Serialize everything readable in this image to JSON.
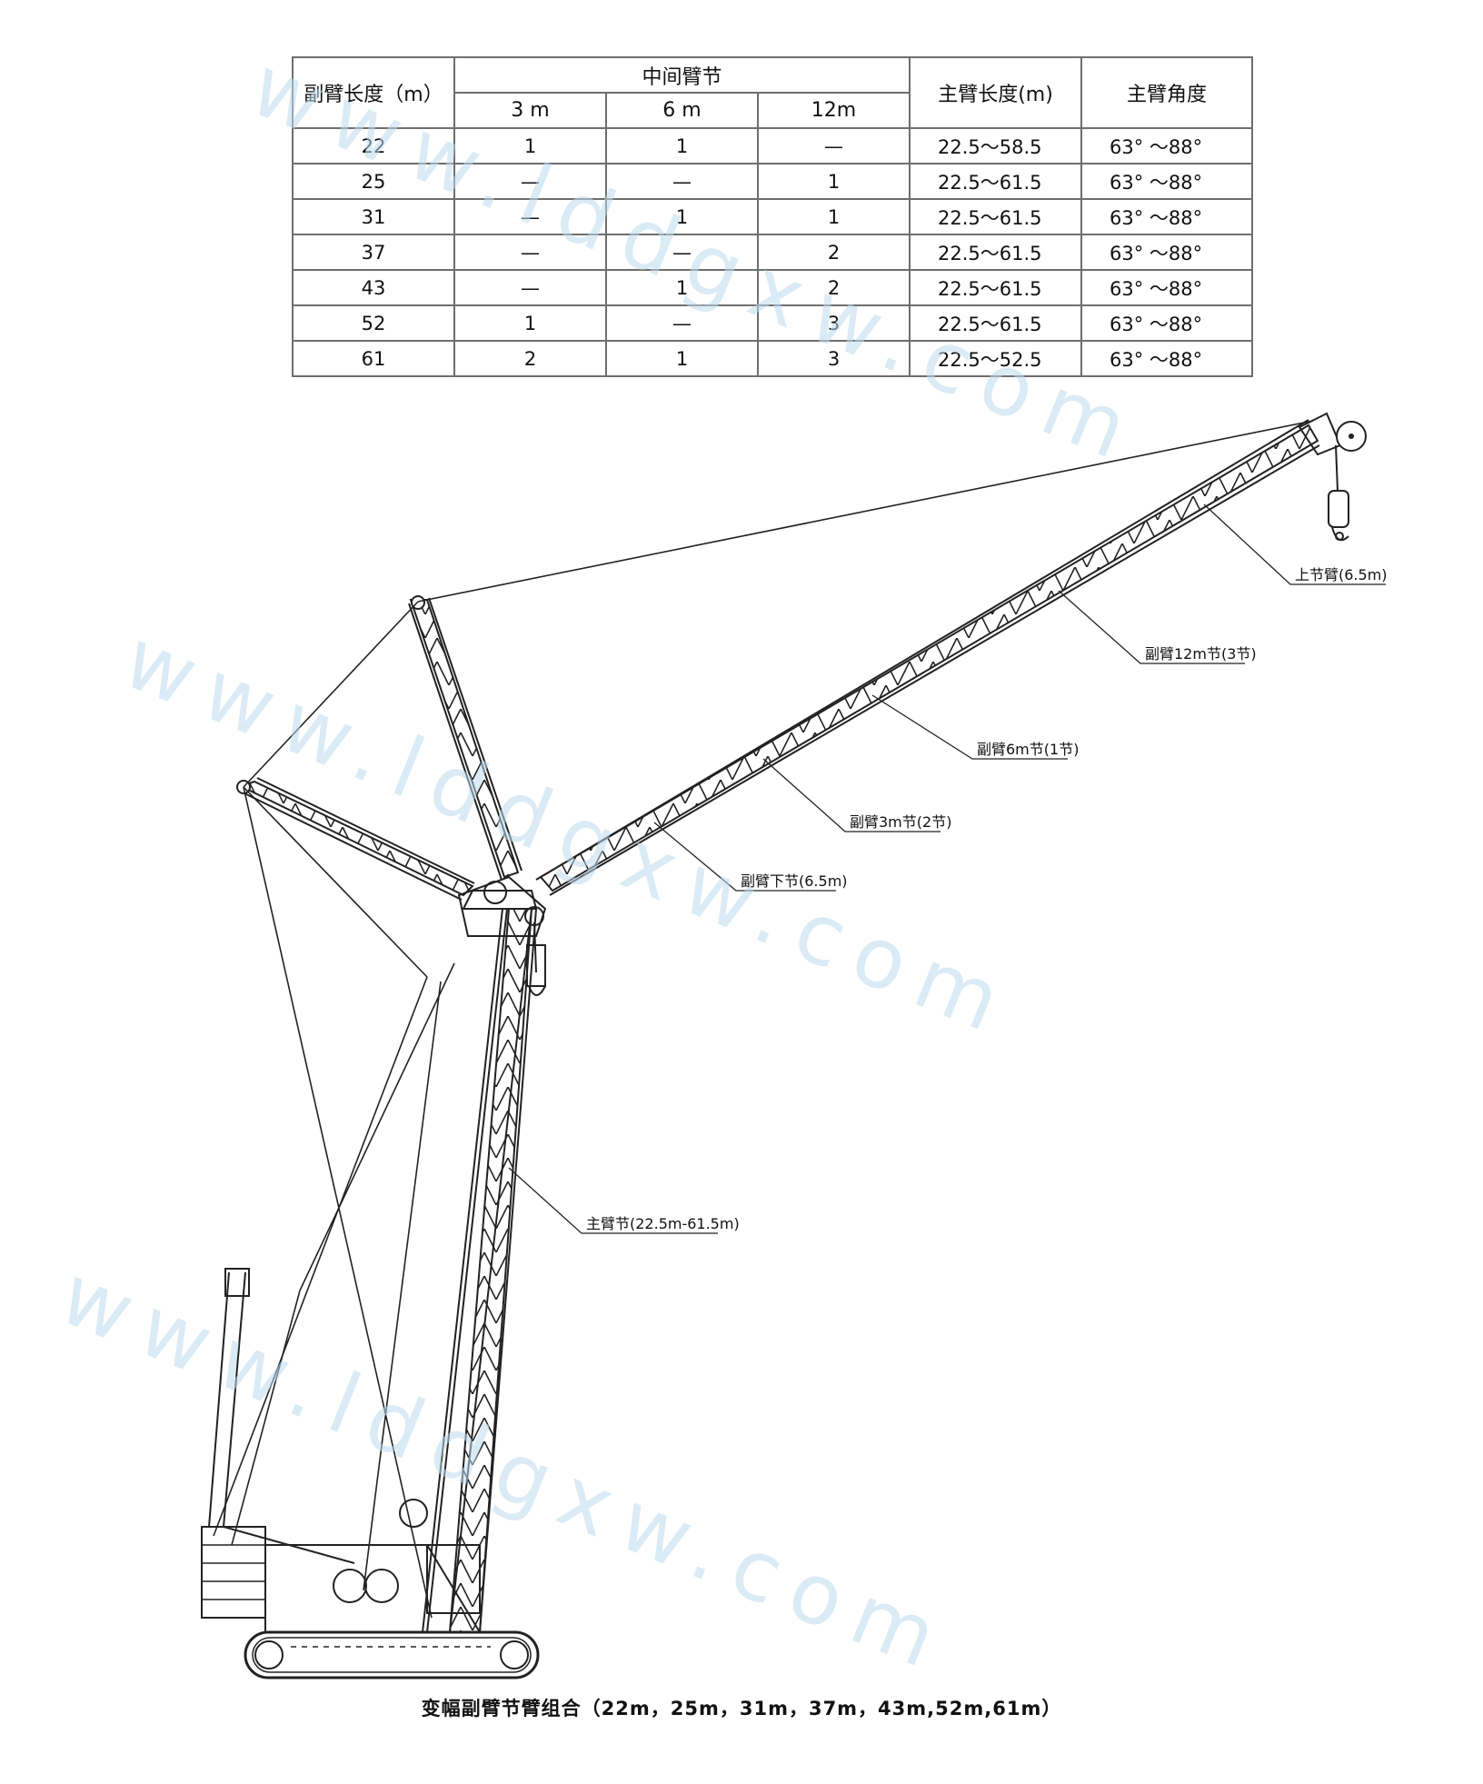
{
  "table": {
    "header": {
      "jib_length": "副臂长度（m）",
      "intermediate": "中间臂节",
      "sub": [
        "3 m",
        "6 m",
        "12m"
      ],
      "main_length": "主臂长度(m)",
      "main_angle": "主臂角度"
    },
    "rows": [
      [
        "22",
        "1",
        "1",
        "—",
        "22.5～58.5",
        "63° ～88°"
      ],
      [
        "25",
        "—",
        "—",
        "1",
        "22.5～61.5",
        "63° ～88°"
      ],
      [
        "31",
        "—",
        "1",
        "1",
        "22.5～61.5",
        "63° ～88°"
      ],
      [
        "37",
        "—",
        "—",
        "2",
        "22.5～61.5",
        "63° ～88°"
      ],
      [
        "43",
        "—",
        "1",
        "2",
        "22.5～61.5",
        "63° ～88°"
      ],
      [
        "52",
        "1",
        "—",
        "3",
        "22.5～61.5",
        "63° ～88°"
      ],
      [
        "61",
        "2",
        "1",
        "3",
        "22.5～52.5",
        "63° ～88°"
      ]
    ]
  },
  "labels": {
    "top_section": "上节臂(6.5m)",
    "jib_12m": "副臂12m节(3节)",
    "jib_6m": "副臂6m节(1节)",
    "jib_3m": "副臂3m节(2节)",
    "jib_lower": "副臂下节(6.5m)",
    "main_boom": "主臂节(22.5m-61.5m)"
  },
  "caption": "变幅副臂节臂组合（22m，25m，31m，37m，43m,52m,61m）",
  "watermark": "www.lddgxw.com"
}
